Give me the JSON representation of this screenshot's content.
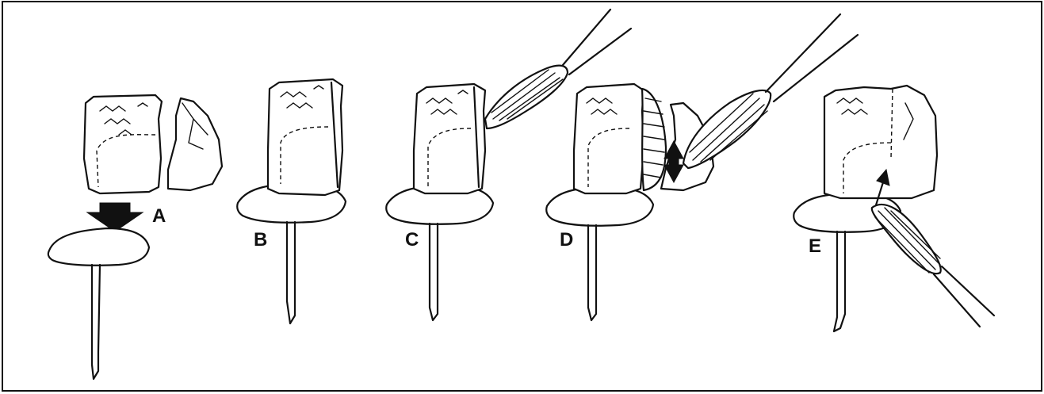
{
  "figure": {
    "panel_labels": [
      "A",
      "B",
      "C",
      "D",
      "E"
    ]
  },
  "icons": {
    "arrow_down": "down-arrow-icon",
    "arrow_double": "double-arrow-icon",
    "arrow_up": "up-arrow-icon",
    "brush": "paintbrush-icon",
    "pin": "pin-icon",
    "fragment": "specimen-fragment-icon"
  }
}
